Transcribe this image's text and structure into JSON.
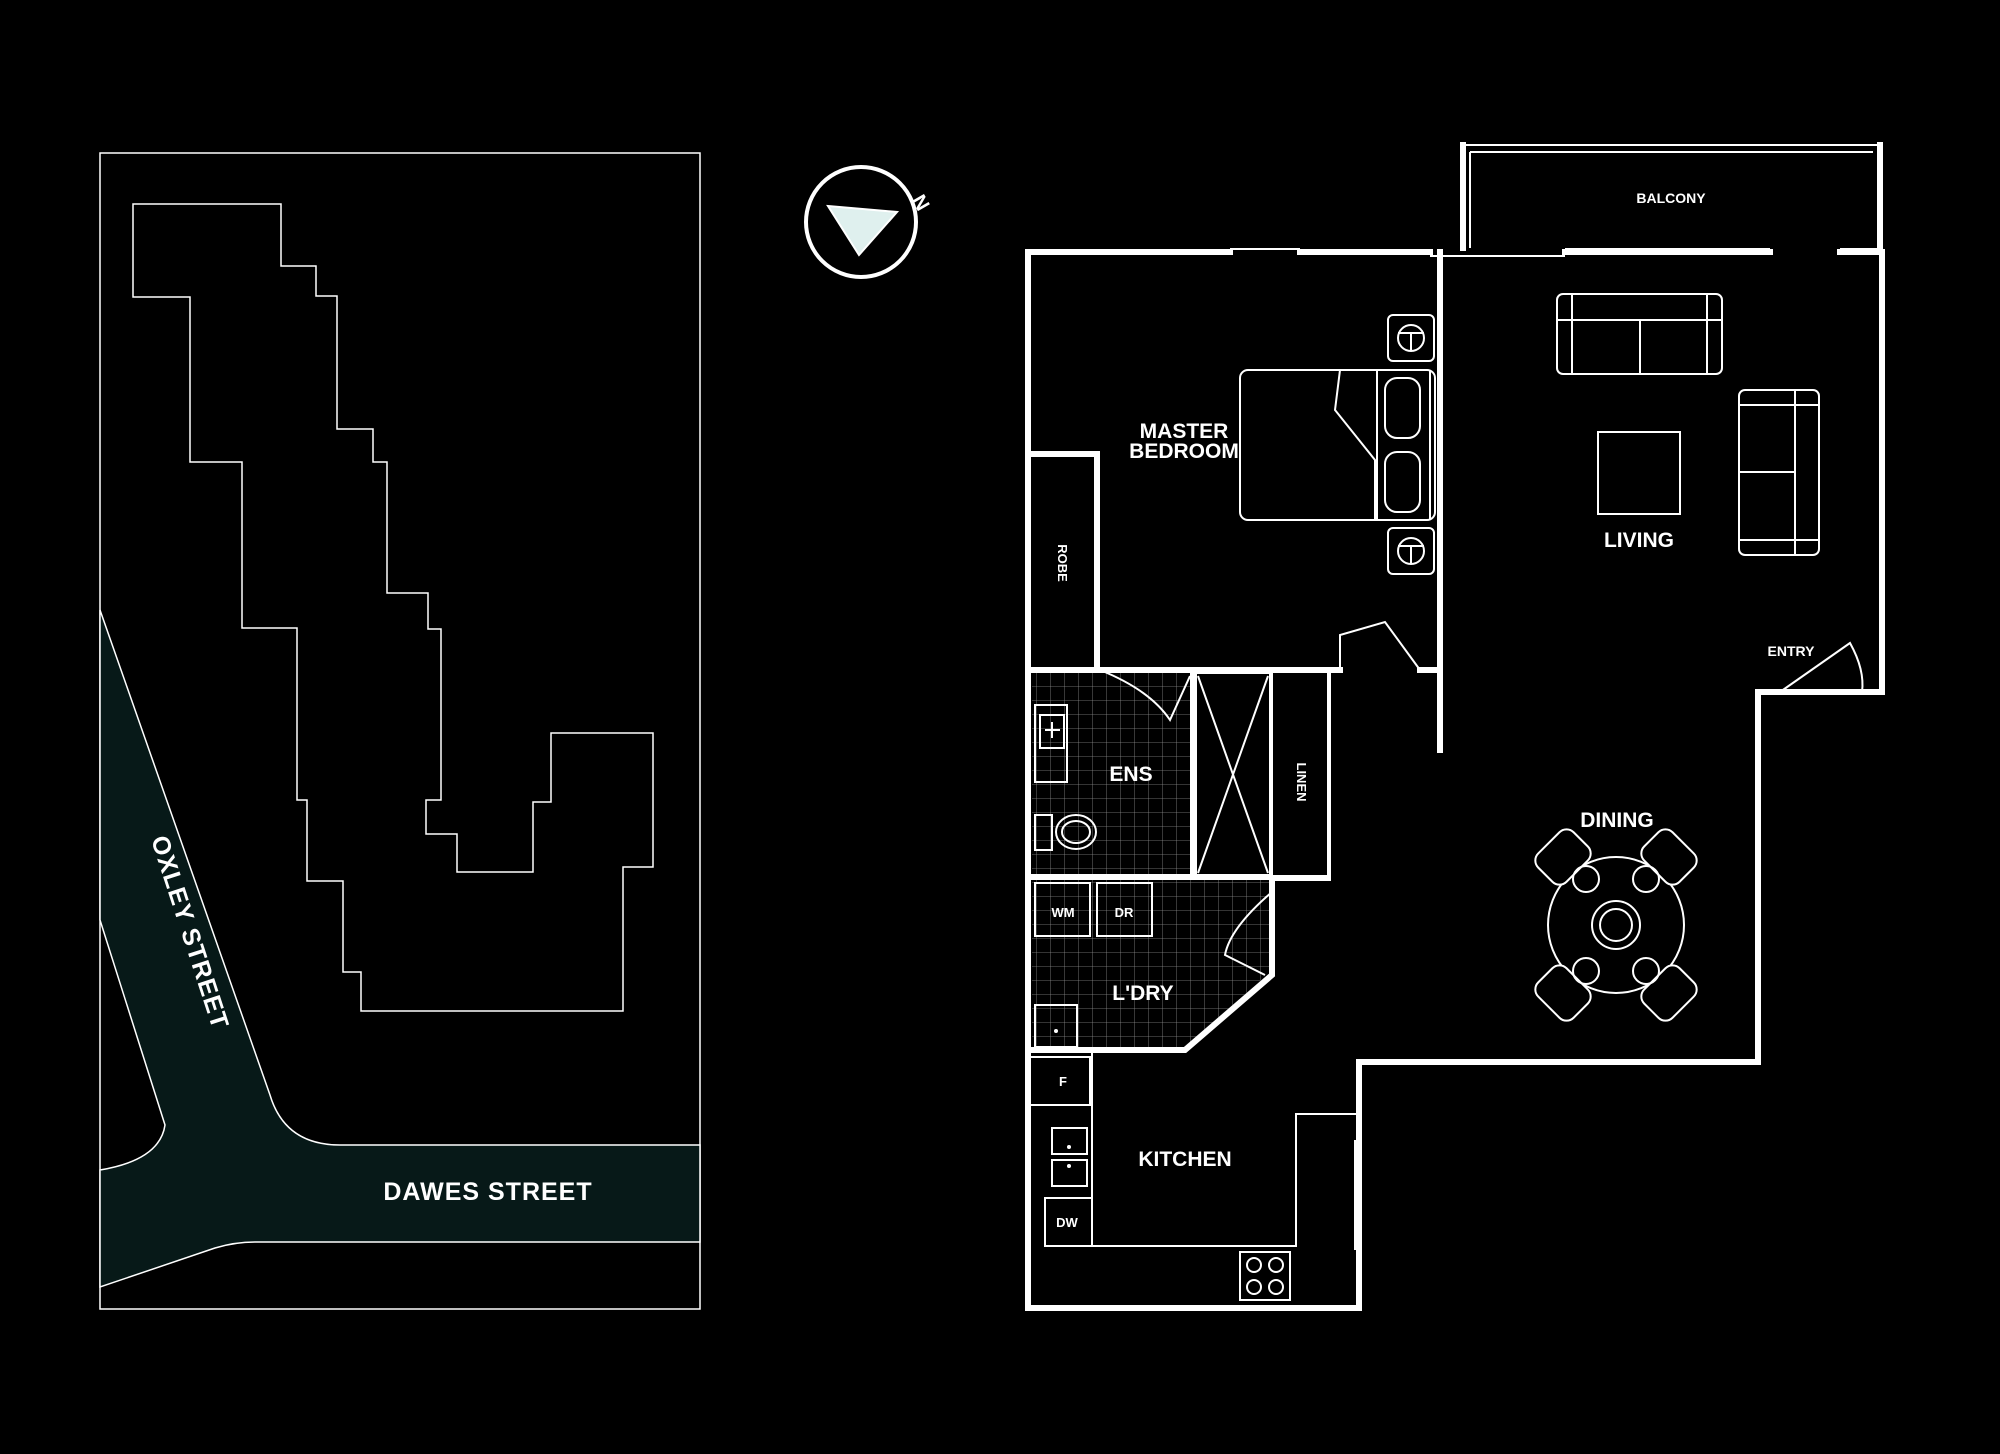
{
  "site_plan": {
    "streets": {
      "oxley": "OXLEY STREET",
      "dawes": "DAWES STREET"
    },
    "road_color": "#071918"
  },
  "compass": {
    "letter": "N",
    "icon": "north-arrow-icon"
  },
  "rooms": {
    "balcony": "BALCONY",
    "master_line1": "MASTER",
    "master_line2": "BEDROOM",
    "robe": "ROBE",
    "living": "LIVING",
    "entry": "ENTRY",
    "ens": "ENS",
    "linen": "LINEN",
    "dining": "DINING",
    "wm": "WM",
    "dr": "DR",
    "laundry": "L'DRY",
    "f": "F",
    "kitchen": "KITCHEN",
    "dw": "DW"
  }
}
